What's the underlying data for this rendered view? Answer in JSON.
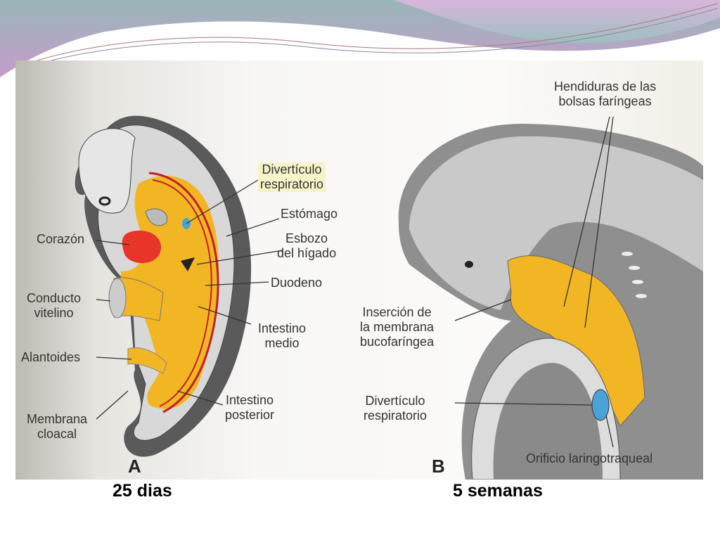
{
  "panel_a": {
    "letter": "A",
    "caption": "25 dias",
    "labels": {
      "diverticulo": [
        "Divertículo",
        "respiratorio"
      ],
      "estomago": "Estómago",
      "esbozo": [
        "Esbozo",
        "del hígado"
      ],
      "duodeno": "Duodeno",
      "intestino_medio": [
        "Intestino",
        "medio"
      ],
      "intestino_posterior": [
        "Intestino",
        "posterior"
      ],
      "corazon": "Corazón",
      "conducto": [
        "Conducto",
        "vitelino"
      ],
      "alantoides": "Alantoides",
      "membrana": [
        "Membrana",
        "cloacal"
      ]
    }
  },
  "panel_b": {
    "letter": "B",
    "caption": "5 semanas",
    "labels": {
      "hendiduras": [
        "Hendiduras de las",
        "bolsas faríngeas"
      ],
      "insercion": [
        "Inserción de",
        "la membrana",
        "bucofaríngea"
      ],
      "diverticulo": [
        "Divertículo",
        "respiratorio"
      ],
      "orificio": "Orificio laringotraqueal"
    }
  },
  "colors": {
    "endoderm": "#f2b625",
    "heart": "#e8352a",
    "vessel": "#c0202a",
    "diverticulum": "#4aa3d8",
    "ectoderm": "#555555"
  }
}
